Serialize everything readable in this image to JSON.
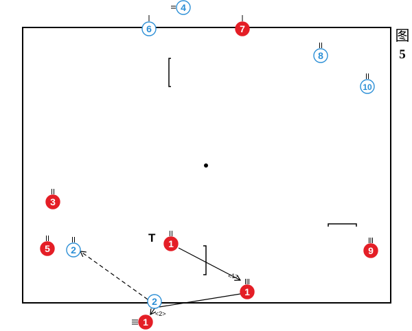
{
  "figure": {
    "char": "图",
    "number": "5"
  },
  "coach_mark": "T",
  "colors": {
    "red_fill": "#e41e26",
    "red_text": "#ffffff",
    "blue_fill": "#ffffff",
    "blue_stroke": "#2c8fd6",
    "blue_text": "#2c8fd6",
    "line": "#000000"
  },
  "players": [
    {
      "team": "blue",
      "number": "6"
    },
    {
      "team": "blue",
      "number": "4"
    },
    {
      "team": "red",
      "number": "7"
    },
    {
      "team": "blue",
      "number": "8"
    },
    {
      "team": "blue",
      "number": "10"
    },
    {
      "team": "red",
      "number": "3"
    },
    {
      "team": "red",
      "number": "5"
    },
    {
      "team": "blue",
      "number": "2"
    },
    {
      "team": "red",
      "number": "1"
    },
    {
      "team": "red",
      "number": "1"
    },
    {
      "team": "blue",
      "number": "2"
    },
    {
      "team": "red",
      "number": "1"
    },
    {
      "team": "red",
      "number": "9"
    }
  ],
  "sequence_labels": [
    "<1>",
    "<2>"
  ]
}
